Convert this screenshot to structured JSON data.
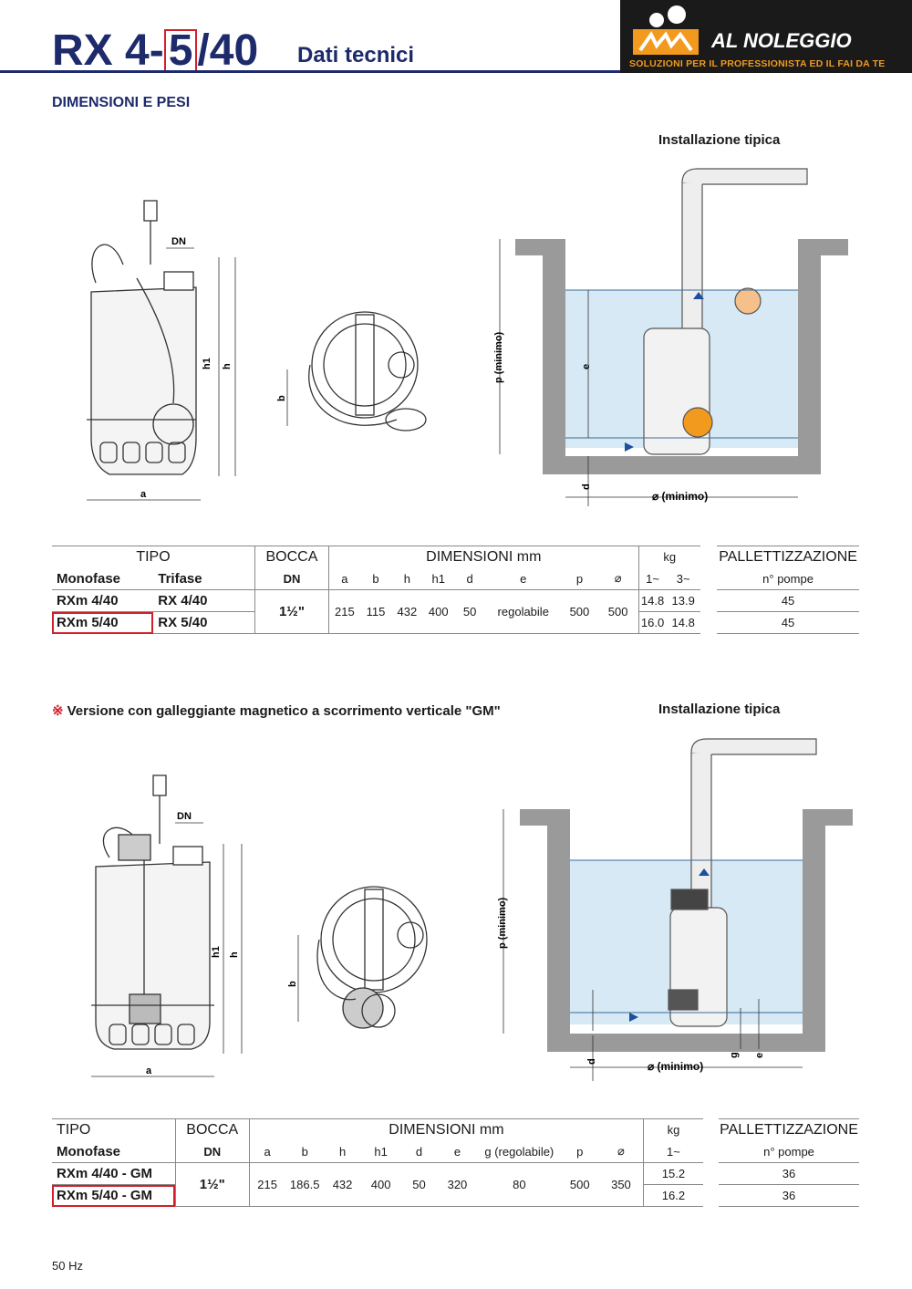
{
  "header": {
    "model_prefix": "RX 4-",
    "model_boxed": "5",
    "model_suffix": "/40",
    "subtitle": "Dati tecnici",
    "logo_name": "AL NOLEGGIO",
    "logo_tagline": "SOLUZIONI PER IL PROFESSIONISTA ED IL FAI DA TE",
    "accent_color": "#f29a1e",
    "title_color": "#1d2a6b"
  },
  "section1": {
    "heading": "DIMENSIONI E PESI",
    "install_label": "Installazione tipica",
    "dim_labels": {
      "dn": "DN",
      "a": "a",
      "b": "b",
      "h": "h",
      "h1": "h1",
      "p": "p  (minimo)",
      "e": "e",
      "d": "d",
      "diam": "⌀ (minimo)"
    },
    "table": {
      "col_tipo": "TIPO",
      "col_bocca": "BOCCA",
      "col_dim": "DIMENSIONI mm",
      "col_kg": "kg",
      "col_pallet": "PALLETTIZZAZIONE",
      "sub_monofase": "Monofase",
      "sub_trifase": "Trifase",
      "sub_dn": "DN",
      "sub_dims": [
        "a",
        "b",
        "h",
        "h1",
        "d",
        "e",
        "p",
        "⌀"
      ],
      "sub_kg": [
        "1~",
        "3~"
      ],
      "sub_pallet": "n° pompe",
      "bocca": "1½\"",
      "dims": [
        "215",
        "115",
        "432",
        "400",
        "50",
        "regolabile",
        "500",
        "500"
      ],
      "rows": [
        {
          "mono": "RXm 4/40",
          "tri": "RX 4/40",
          "kg1": "14.8",
          "kg3": "13.9",
          "pallet": "45"
        },
        {
          "mono": "RXm 5/40",
          "tri": "RX 5/40",
          "kg1": "16.0",
          "kg3": "14.8",
          "pallet": "45"
        }
      ]
    }
  },
  "section2": {
    "mark": "※",
    "heading": "Versione con galleggiante magnetico a scorrimento verticale \"GM\"",
    "install_label": "Installazione tipica",
    "dim_labels": {
      "dn": "DN",
      "a": "a",
      "b": "b",
      "h": "h",
      "h1": "h1",
      "p": "p  (minimo)",
      "e": "e",
      "g": "g",
      "d": "d",
      "diam": "⌀ (minimo)"
    },
    "table": {
      "col_tipo": "TIPO",
      "col_bocca": "BOCCA",
      "col_dim": "DIMENSIONI mm",
      "col_kg": "kg",
      "col_pallet": "PALLETTIZZAZIONE",
      "sub_monofase": "Monofase",
      "sub_dn": "DN",
      "sub_dims": [
        "a",
        "b",
        "h",
        "h1",
        "d",
        "e",
        "g (regolabile)",
        "p",
        "⌀"
      ],
      "sub_kg": [
        "1~"
      ],
      "sub_pallet": "n° pompe",
      "bocca": "1½\"",
      "dims": [
        "215",
        "186.5",
        "432",
        "400",
        "50",
        "320",
        "80",
        "500",
        "350"
      ],
      "rows": [
        {
          "mono": "RXm 4/40 - GM",
          "kg1": "15.2",
          "pallet": "36"
        },
        {
          "mono": "RXm 5/40 - GM",
          "kg1": "16.2",
          "pallet": "36"
        }
      ]
    }
  },
  "footer": {
    "freq": "50 Hz"
  }
}
